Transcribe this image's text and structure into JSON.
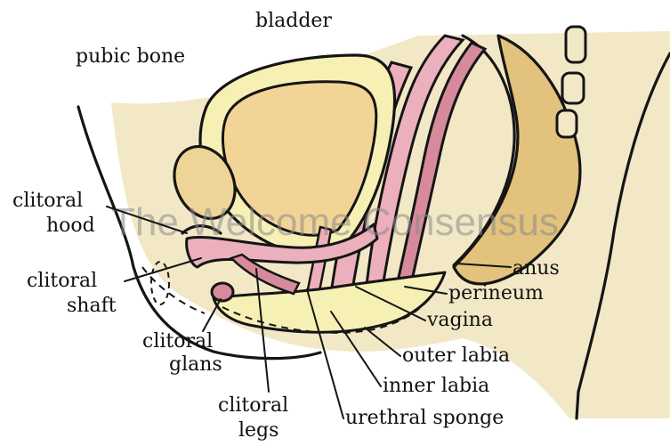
{
  "colors": {
    "tissue": "#f3e8c6",
    "bone": "#eed497",
    "bladder": "#f2d596",
    "yellow_wall": "#f6f0b4",
    "pink": "#ecb0bd",
    "pink_dark": "#d78a9b",
    "spine": "#e2c27c",
    "ink": "#151515"
  },
  "watermark": "The Welcome Consensus",
  "labels": {
    "bladder": "bladder",
    "pubic_bone": "pubic bone",
    "clitoral_hood": [
      "clitoral",
      "hood"
    ],
    "clitoral_shaft": [
      "clitoral",
      "shaft"
    ],
    "clitoral_glans": [
      "clitoral",
      "glans"
    ],
    "clitoral_legs": [
      "clitoral",
      "legs"
    ],
    "anus": "anus",
    "perineum": "perineum",
    "vagina": "vagina",
    "outer_labia": "outer labia",
    "inner_labia": "inner labia",
    "urethral_sponge": "urethral sponge"
  }
}
